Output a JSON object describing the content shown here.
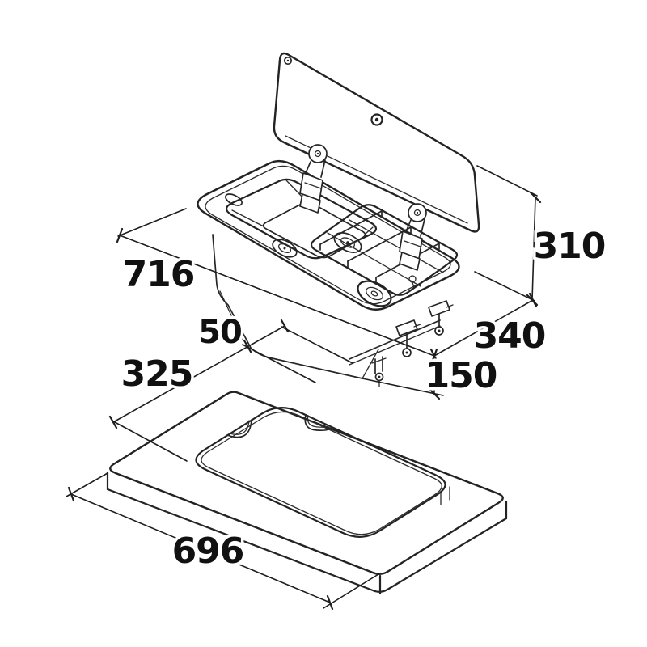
{
  "diagram": {
    "dimension_labels": {
      "unit_length": "716",
      "lid_open_height": "310",
      "unit_width": "340",
      "unit_depth": "150",
      "cutout_corner_offset": "50",
      "cutout_width": "325",
      "cutout_length": "696"
    },
    "colors": {
      "line": "#232323",
      "label": "#111111",
      "background": "#ffffff"
    }
  }
}
